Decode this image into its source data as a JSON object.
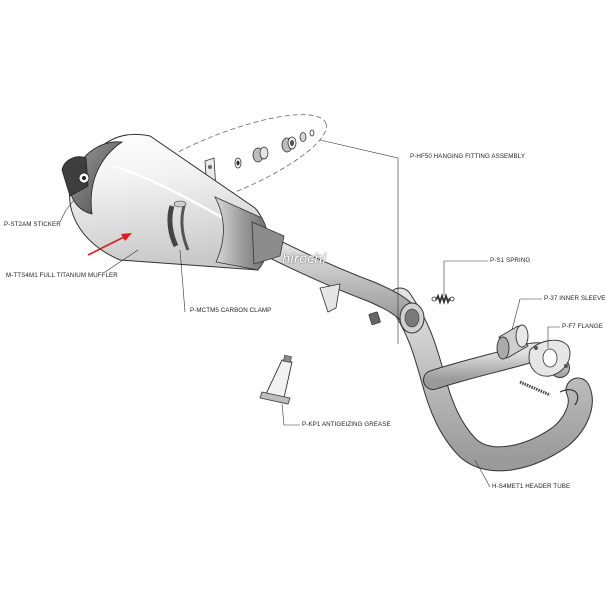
{
  "labels": {
    "hanging_fitting": "P-HF50 HANGING FITTING ASSEMBLY",
    "sticker": "P-ST2AM STICKER",
    "muffler": "M-TTS4M1 FULL TITANIUM MUFFLER",
    "carbon_clamp": "P-MCTM5 CARBON CLAMP",
    "spring": "P-S1 SPRING",
    "inner_sleeve": "P-37 INNER SLEEVE",
    "flange": "P-F7 FLANGE",
    "grease": "P-KP1 ANTIGEIZING GREASE",
    "header_tube": "H-S4MET1 HEADER TUBE"
  },
  "watermark": "hirochi",
  "colors": {
    "arrow": "#d81e1e",
    "line": "#333333"
  }
}
